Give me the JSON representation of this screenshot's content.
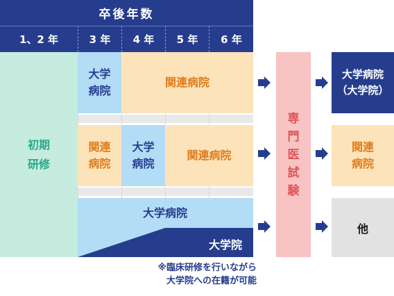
{
  "header": {
    "title": "卒後年数",
    "years": [
      "1、2 年",
      "3 年",
      "4 年",
      "5 年",
      "6 年"
    ]
  },
  "training": {
    "initial": "初期\n研修"
  },
  "row1": {
    "year3": "大学\n病院",
    "years4to6": "関連病院"
  },
  "row2": {
    "year3": "関連\n病院",
    "year4": "大学\n病院",
    "years5to6": "関連病院"
  },
  "row3": {
    "university_hospital": "大学病院",
    "graduate_school": "大学院"
  },
  "exam": {
    "label": "専\n門\n医\n試\n験"
  },
  "outcomes": {
    "outcome1": "大学病院\n（大学院）",
    "outcome2": "関連\n病院",
    "outcome3": "他"
  },
  "note": "※臨床研修を行いながら\n大学院への在籍が可能",
  "colors": {
    "navy": "#263d8e",
    "light_blue": "#b3dcf6",
    "light_orange": "#fde3ba",
    "light_green": "#c6ecdf",
    "exam_pink": "#f7c3c3",
    "exam_red": "#e0555a",
    "gray": "#e2e2e2",
    "orange_text": "#e07c1a",
    "green_text": "#2aa98a"
  }
}
